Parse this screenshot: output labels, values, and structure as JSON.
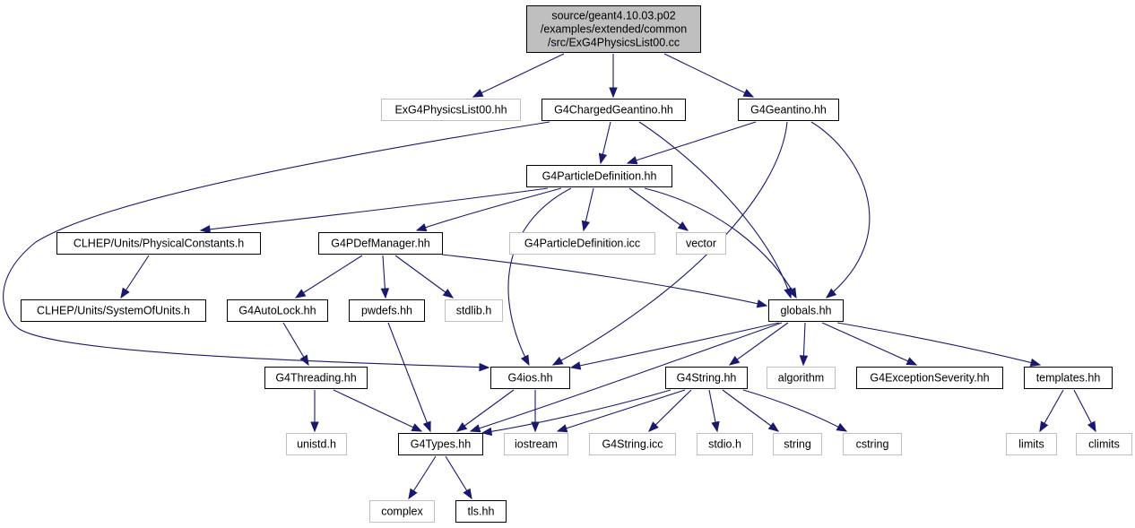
{
  "colors": {
    "edge": "#191970",
    "root_fill": "#bfbfbf",
    "documented_border": "#000000",
    "external_border": "#bfbfbf",
    "external_text": "#404040",
    "background": "#ffffff"
  },
  "nodes": [
    {
      "id": "root",
      "lines": [
        "source/geant4.10.03.p02",
        "/examples/extended/common",
        "/src/ExG4PhysicsList00.cc"
      ],
      "kind": "root"
    },
    {
      "id": "exg4physicslist00",
      "lines": [
        "ExG4PhysicsList00.hh"
      ],
      "kind": "external"
    },
    {
      "id": "g4chargedgeantino",
      "lines": [
        "G4ChargedGeantino.hh"
      ],
      "kind": "documented"
    },
    {
      "id": "g4geantino",
      "lines": [
        "G4Geantino.hh"
      ],
      "kind": "documented"
    },
    {
      "id": "g4particledefinition",
      "lines": [
        "G4ParticleDefinition.hh"
      ],
      "kind": "documented"
    },
    {
      "id": "physicalconstants",
      "lines": [
        "CLHEP/Units/PhysicalConstants.h"
      ],
      "kind": "documented"
    },
    {
      "id": "g4pdefmanager",
      "lines": [
        "G4PDefManager.hh"
      ],
      "kind": "documented"
    },
    {
      "id": "g4particledefinition-icc",
      "lines": [
        "G4ParticleDefinition.icc"
      ],
      "kind": "external"
    },
    {
      "id": "vector",
      "lines": [
        "vector"
      ],
      "kind": "external"
    },
    {
      "id": "systemofunits",
      "lines": [
        "CLHEP/Units/SystemOfUnits.h"
      ],
      "kind": "documented"
    },
    {
      "id": "g4autolock",
      "lines": [
        "G4AutoLock.hh"
      ],
      "kind": "documented"
    },
    {
      "id": "pwdefs",
      "lines": [
        "pwdefs.hh"
      ],
      "kind": "documented"
    },
    {
      "id": "stdlib",
      "lines": [
        "stdlib.h"
      ],
      "kind": "external"
    },
    {
      "id": "globals",
      "lines": [
        "globals.hh"
      ],
      "kind": "documented"
    },
    {
      "id": "g4threading",
      "lines": [
        "G4Threading.hh"
      ],
      "kind": "documented"
    },
    {
      "id": "g4ios",
      "lines": [
        "G4ios.hh"
      ],
      "kind": "documented"
    },
    {
      "id": "g4string",
      "lines": [
        "G4String.hh"
      ],
      "kind": "documented"
    },
    {
      "id": "algorithm",
      "lines": [
        "algorithm"
      ],
      "kind": "external"
    },
    {
      "id": "g4exceptionseverity",
      "lines": [
        "G4ExceptionSeverity.hh"
      ],
      "kind": "documented"
    },
    {
      "id": "templates",
      "lines": [
        "templates.hh"
      ],
      "kind": "documented"
    },
    {
      "id": "unistd",
      "lines": [
        "unistd.h"
      ],
      "kind": "external"
    },
    {
      "id": "g4types",
      "lines": [
        "G4Types.hh"
      ],
      "kind": "documented"
    },
    {
      "id": "iostream",
      "lines": [
        "iostream"
      ],
      "kind": "external"
    },
    {
      "id": "g4string-icc",
      "lines": [
        "G4String.icc"
      ],
      "kind": "external"
    },
    {
      "id": "stdio",
      "lines": [
        "stdio.h"
      ],
      "kind": "external"
    },
    {
      "id": "string",
      "lines": [
        "string"
      ],
      "kind": "external"
    },
    {
      "id": "cstring",
      "lines": [
        "cstring"
      ],
      "kind": "external"
    },
    {
      "id": "limits",
      "lines": [
        "limits"
      ],
      "kind": "external"
    },
    {
      "id": "climits",
      "lines": [
        "climits"
      ],
      "kind": "external"
    },
    {
      "id": "complex",
      "lines": [
        "complex"
      ],
      "kind": "external"
    },
    {
      "id": "tls",
      "lines": [
        "tls.hh"
      ],
      "kind": "documented"
    }
  ],
  "edges": [
    {
      "from": "root",
      "to": "exg4physicslist00"
    },
    {
      "from": "root",
      "to": "g4chargedgeantino"
    },
    {
      "from": "root",
      "to": "g4geantino"
    },
    {
      "from": "g4chargedgeantino",
      "to": "g4particledefinition"
    },
    {
      "from": "g4chargedgeantino",
      "to": "globals"
    },
    {
      "from": "g4chargedgeantino",
      "to": "g4ios"
    },
    {
      "from": "g4geantino",
      "to": "g4particledefinition"
    },
    {
      "from": "g4geantino",
      "to": "globals"
    },
    {
      "from": "g4geantino",
      "to": "g4ios"
    },
    {
      "from": "g4particledefinition",
      "to": "physicalconstants"
    },
    {
      "from": "g4particledefinition",
      "to": "g4pdefmanager"
    },
    {
      "from": "g4particledefinition",
      "to": "g4particledefinition-icc"
    },
    {
      "from": "g4particledefinition",
      "to": "vector"
    },
    {
      "from": "g4particledefinition",
      "to": "globals"
    },
    {
      "from": "g4particledefinition",
      "to": "g4ios"
    },
    {
      "from": "physicalconstants",
      "to": "systemofunits"
    },
    {
      "from": "g4pdefmanager",
      "to": "g4autolock"
    },
    {
      "from": "g4pdefmanager",
      "to": "pwdefs"
    },
    {
      "from": "g4pdefmanager",
      "to": "stdlib"
    },
    {
      "from": "g4pdefmanager",
      "to": "globals"
    },
    {
      "from": "g4autolock",
      "to": "g4threading"
    },
    {
      "from": "pwdefs",
      "to": "g4types"
    },
    {
      "from": "globals",
      "to": "g4ios"
    },
    {
      "from": "globals",
      "to": "g4string"
    },
    {
      "from": "globals",
      "to": "algorithm"
    },
    {
      "from": "globals",
      "to": "g4exceptionseverity"
    },
    {
      "from": "globals",
      "to": "templates"
    },
    {
      "from": "globals",
      "to": "g4types"
    },
    {
      "from": "g4threading",
      "to": "unistd"
    },
    {
      "from": "g4threading",
      "to": "g4types"
    },
    {
      "from": "g4ios",
      "to": "g4types"
    },
    {
      "from": "g4ios",
      "to": "iostream"
    },
    {
      "from": "g4string",
      "to": "g4types"
    },
    {
      "from": "g4string",
      "to": "iostream"
    },
    {
      "from": "g4string",
      "to": "g4string-icc"
    },
    {
      "from": "g4string",
      "to": "stdio"
    },
    {
      "from": "g4string",
      "to": "string"
    },
    {
      "from": "g4string",
      "to": "cstring"
    },
    {
      "from": "templates",
      "to": "limits"
    },
    {
      "from": "templates",
      "to": "climits"
    },
    {
      "from": "g4types",
      "to": "complex"
    },
    {
      "from": "g4types",
      "to": "tls"
    }
  ]
}
